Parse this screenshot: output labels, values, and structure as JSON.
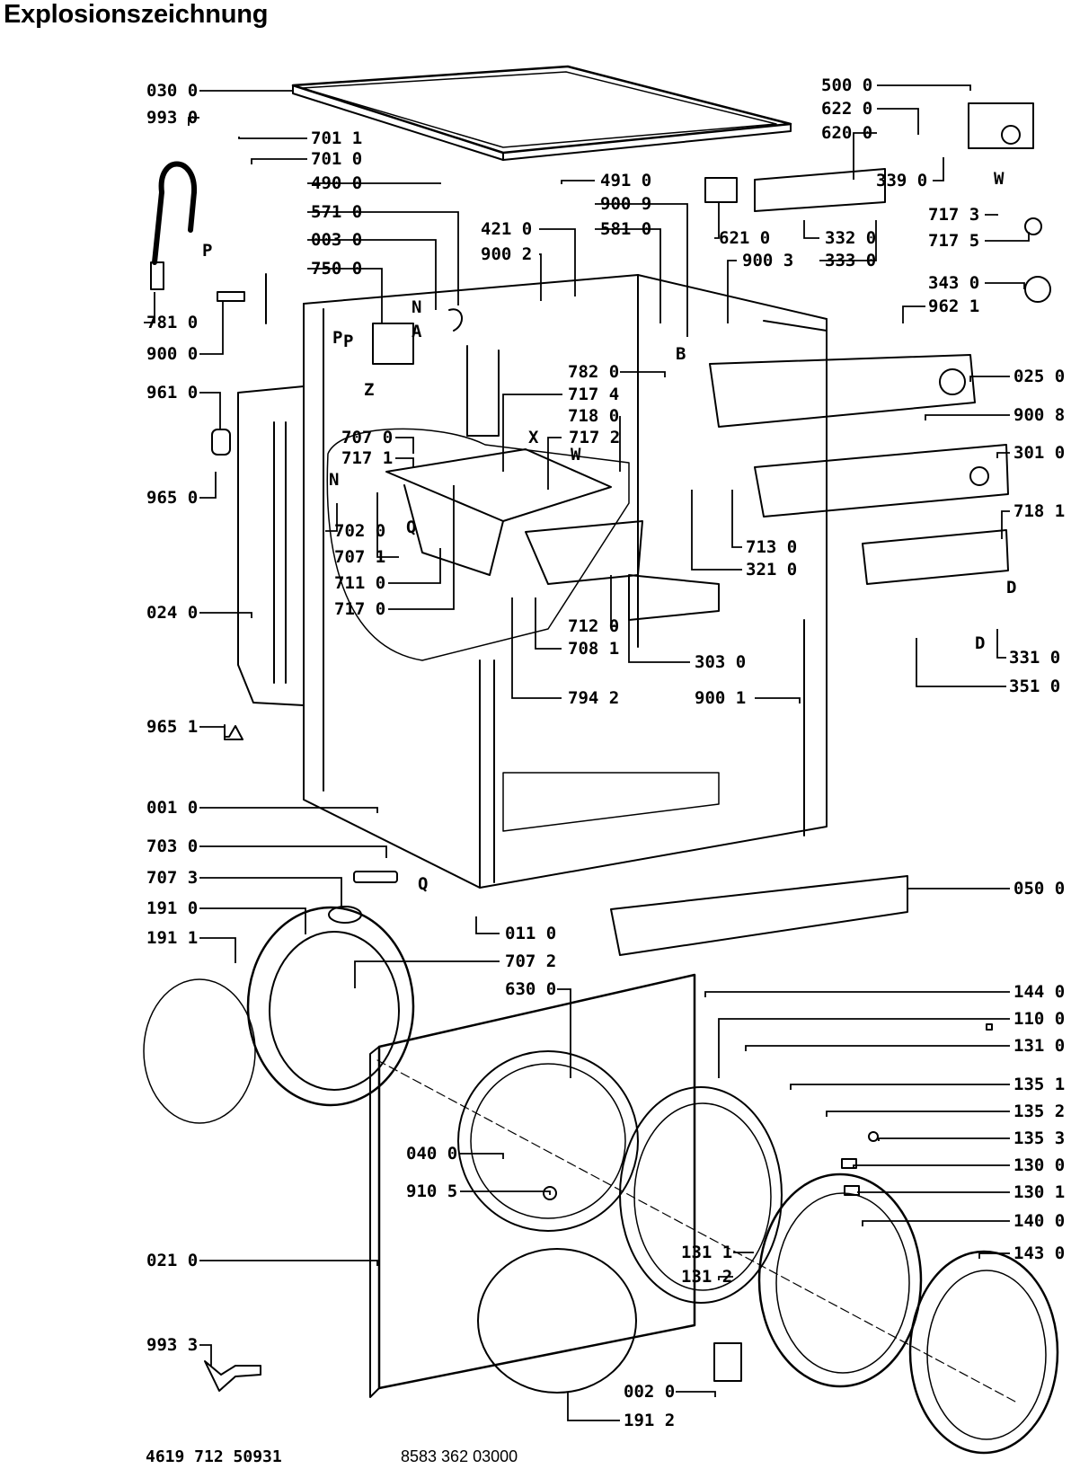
{
  "title": "Explosionszeichnung",
  "footer": {
    "left": "4619 712 50931",
    "right": "8583 362 03000"
  },
  "parts": [
    {
      "label": "030 0"
    },
    {
      "label": "993 0"
    },
    {
      "label": "701 1"
    },
    {
      "label": "701 0"
    },
    {
      "label": "490 0"
    },
    {
      "label": "571 0"
    },
    {
      "label": "003 0"
    },
    {
      "label": "750 0"
    },
    {
      "label": "781 0"
    },
    {
      "label": "900 0"
    },
    {
      "label": "961 0"
    },
    {
      "label": "965 0"
    },
    {
      "label": "024 0"
    },
    {
      "label": "965 1"
    },
    {
      "label": "001 0"
    },
    {
      "label": "703 0"
    },
    {
      "label": "707 3"
    },
    {
      "label": "191 0"
    },
    {
      "label": "191 1"
    },
    {
      "label": "491 0"
    },
    {
      "label": "900 9"
    },
    {
      "label": "421 0"
    },
    {
      "label": "581 0"
    },
    {
      "label": "900 2"
    },
    {
      "label": "782 0"
    },
    {
      "label": "717 4"
    },
    {
      "label": "718 0"
    },
    {
      "label": "707 0"
    },
    {
      "label": "717 2"
    },
    {
      "label": "717 1"
    },
    {
      "label": "702 0"
    },
    {
      "label": "707 1"
    },
    {
      "label": "711 0"
    },
    {
      "label": "717 0"
    },
    {
      "label": "712 0"
    },
    {
      "label": "708 1"
    },
    {
      "label": "794 2"
    },
    {
      "label": "303 0"
    },
    {
      "label": "900 1"
    },
    {
      "label": "500 0"
    },
    {
      "label": "622 0"
    },
    {
      "label": "620 0"
    },
    {
      "label": "339 0"
    },
    {
      "label": "621 0"
    },
    {
      "label": "332 0"
    },
    {
      "label": "333 0"
    },
    {
      "label": "900 3"
    },
    {
      "label": "717 3"
    },
    {
      "label": "717 5"
    },
    {
      "label": "343 0"
    },
    {
      "label": "962 1"
    },
    {
      "label": "025 0"
    },
    {
      "label": "900 8"
    },
    {
      "label": "301 0"
    },
    {
      "label": "718 1"
    },
    {
      "label": "713 0"
    },
    {
      "label": "321 0"
    },
    {
      "label": "331 0"
    },
    {
      "label": "351 0"
    },
    {
      "label": "050 0"
    },
    {
      "label": "011 0"
    },
    {
      "label": "707 2"
    },
    {
      "label": "630 0"
    },
    {
      "label": "144 0"
    },
    {
      "label": "110 0"
    },
    {
      "label": "131 0"
    },
    {
      "label": "135 1"
    },
    {
      "label": "135 2"
    },
    {
      "label": "135 3"
    },
    {
      "label": "130 0"
    },
    {
      "label": "130 1"
    },
    {
      "label": "140 0"
    },
    {
      "label": "143 0"
    },
    {
      "label": "131 1"
    },
    {
      "label": "131 2"
    },
    {
      "label": "040 0"
    },
    {
      "label": "910 5"
    },
    {
      "label": "021 0"
    },
    {
      "label": "993 3"
    },
    {
      "label": "002 0"
    },
    {
      "label": "191 2"
    }
  ],
  "markers": [
    "P",
    "P",
    "N",
    "A",
    "P",
    "Z",
    "B",
    "X",
    "W",
    "N",
    "Q",
    "Q",
    "W",
    "D",
    "D"
  ]
}
